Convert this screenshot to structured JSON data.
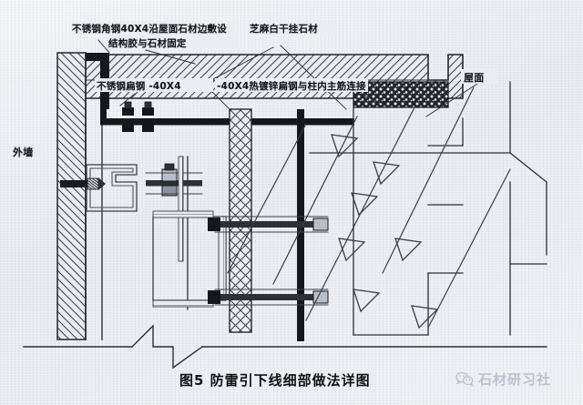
{
  "figure": {
    "caption": "图5  防雷引下线细部做法详图",
    "caption_number": "图5",
    "caption_title": "防雷引下线细部做法详图"
  },
  "annotations": {
    "top_left_line1": "不锈钢角钢40X4沿屋面石材边敷设",
    "top_left_line2": "结构胶与石材固定",
    "top_right": "芝麻白干挂石材",
    "mid_left": "不锈钢扁钢 -40X4",
    "mid_right": "-40X4热镀锌扁钢与柱内主筋连接",
    "left_side": "外墙",
    "right_side": "屋面"
  },
  "watermark": {
    "text": "石材研习社",
    "icon": "wechat-icon"
  },
  "colors": {
    "paper": "#ebedf2",
    "ink": "#2c3038",
    "ink_dark": "#15171c",
    "steel_fill": "#1a1c21",
    "hatch": "#3a3f48",
    "concrete_speckle": "#23262c",
    "watermark": "#b9bfca"
  },
  "materials": {
    "stone_band": "芝麻白干挂石材",
    "angle_steel": "不锈钢角钢40X4",
    "flat_steel": "不锈钢扁钢 -40X4",
    "galv_flat_steel": "-40X4热镀锌扁钢"
  },
  "drawing": {
    "type": "architectural-section-detail",
    "scale_note": "",
    "elements": [
      "exterior-wall-hatched",
      "roof-stone-coping-band",
      "stainless-angle-steel",
      "stainless-flat-steel-bar",
      "bolted-connection",
      "curtain-wall-bracket",
      "concrete-column-crosshatch",
      "ground-line",
      "break-line"
    ]
  }
}
